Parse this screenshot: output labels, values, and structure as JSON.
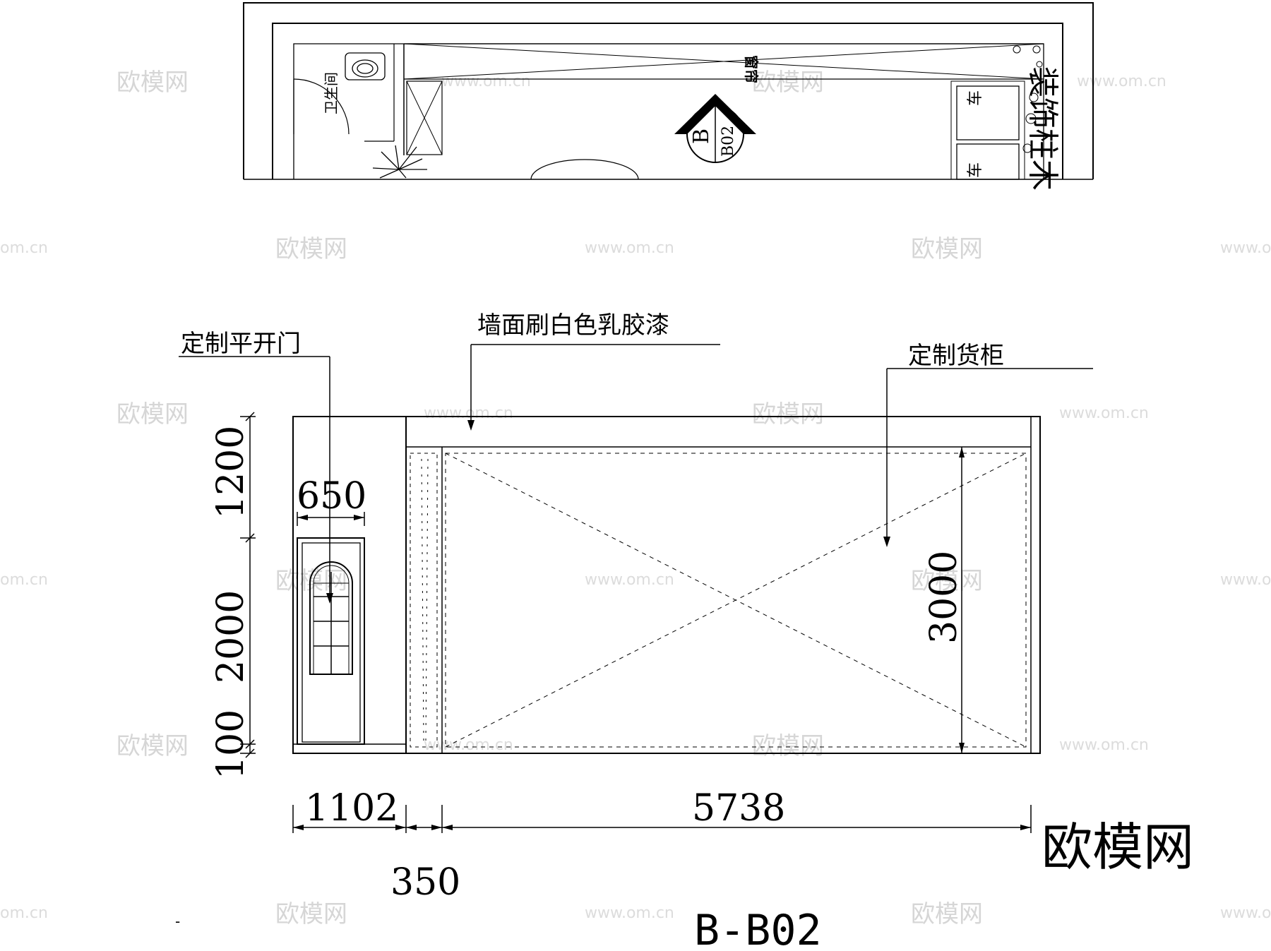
{
  "plan": {
    "room_wc": "卫生间",
    "label_top": "窗帘",
    "label_right": "装饰柱木",
    "car_1": "车",
    "car_2": "车",
    "marker_letter": "B",
    "marker_ref": "B02"
  },
  "elevation": {
    "callout_door": "定制平开门",
    "callout_wall": "墙面刷白色乳胶漆",
    "callout_cabinet": "定制货柜",
    "dim_1200": "1200",
    "dim_2000": "2000",
    "dim_100": "100",
    "dim_650": "650",
    "dim_3000": "3000",
    "dim_1102": "1102",
    "dim_5738": "5738",
    "dim_350": "350",
    "title": "B-B02",
    "tick_mark": "-"
  },
  "watermark": {
    "brand": "欧模网",
    "url": "www.om.cn",
    "url_short": "om.cn"
  }
}
